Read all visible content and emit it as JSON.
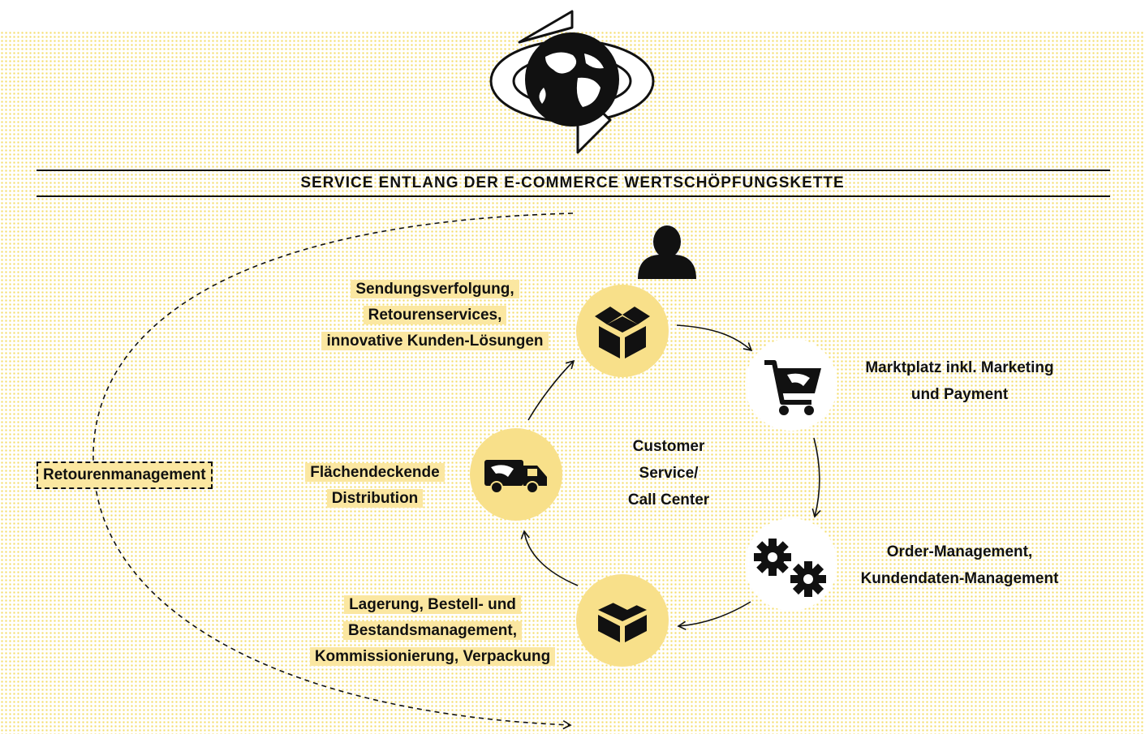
{
  "heading": "SERVICE ENTLANG DER E-COMMERCE WERTSCHÖPFUNGSKETTE",
  "center_label": [
    "Customer",
    "Service/",
    "Call Center"
  ],
  "nodes": {
    "fulfilment": {
      "icon": "open-box-icon",
      "lines": [
        "Sendungsverfolgung,",
        "Retourenservices,",
        "innovative Kunden-Lösungen"
      ]
    },
    "marketplace": {
      "icon": "shopping-cart-icon",
      "lines": [
        "Marktplatz inkl. Marketing",
        "und Payment"
      ]
    },
    "order": {
      "icon": "gears-icon",
      "lines": [
        "Order-Management,",
        "Kundendaten-Management"
      ]
    },
    "warehouse": {
      "icon": "package-icon",
      "lines": [
        "Lagerung, Bestell- und",
        "Bestandsmanagement,",
        "Kommissionierung, Verpackung"
      ]
    },
    "distribution": {
      "icon": "delivery-truck-icon",
      "lines": [
        "Flächendeckende",
        "Distribution"
      ]
    }
  },
  "return_label": "Retourenmanagement",
  "colors": {
    "accent_yellow": "#f8e08a",
    "highlight": "#fbe7a1",
    "dots": "#f4dd6a",
    "ink": "#111111"
  },
  "icons": [
    "globe-cycle-icon",
    "customer-person-icon"
  ]
}
